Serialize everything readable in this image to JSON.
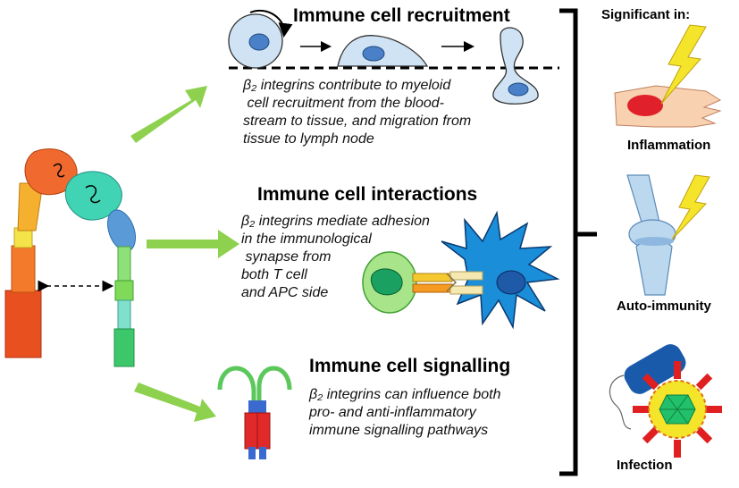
{
  "sections": [
    {
      "title": "Immune cell recruitment",
      "lines": [
        "β₂ integrins contribute to myeloid",
        " cell recruitment from the blood-",
        "stream to tissue, and migration from",
        "tissue to lymph node"
      ]
    },
    {
      "title": "Immune cell interactions",
      "lines": [
        "β₂ integrins mediate adhesion",
        "in the immunological",
        " synapse from",
        "both T cell",
        "and APC side"
      ]
    },
    {
      "title": "Immune cell signalling",
      "lines": [
        "β₂ integrins can influence both",
        "pro- and anti-inflammatory",
        "immune signalling pathways"
      ]
    }
  ],
  "sidebar": {
    "header": "Significant in:",
    "items": [
      "Inflammation",
      "Auto-immunity",
      "Infection"
    ]
  },
  "colors": {
    "arrow_green": "#8ed14f",
    "bracket": "#000000",
    "lightning": "#f5e52a",
    "cell_blue": "#bcd8ee"
  }
}
